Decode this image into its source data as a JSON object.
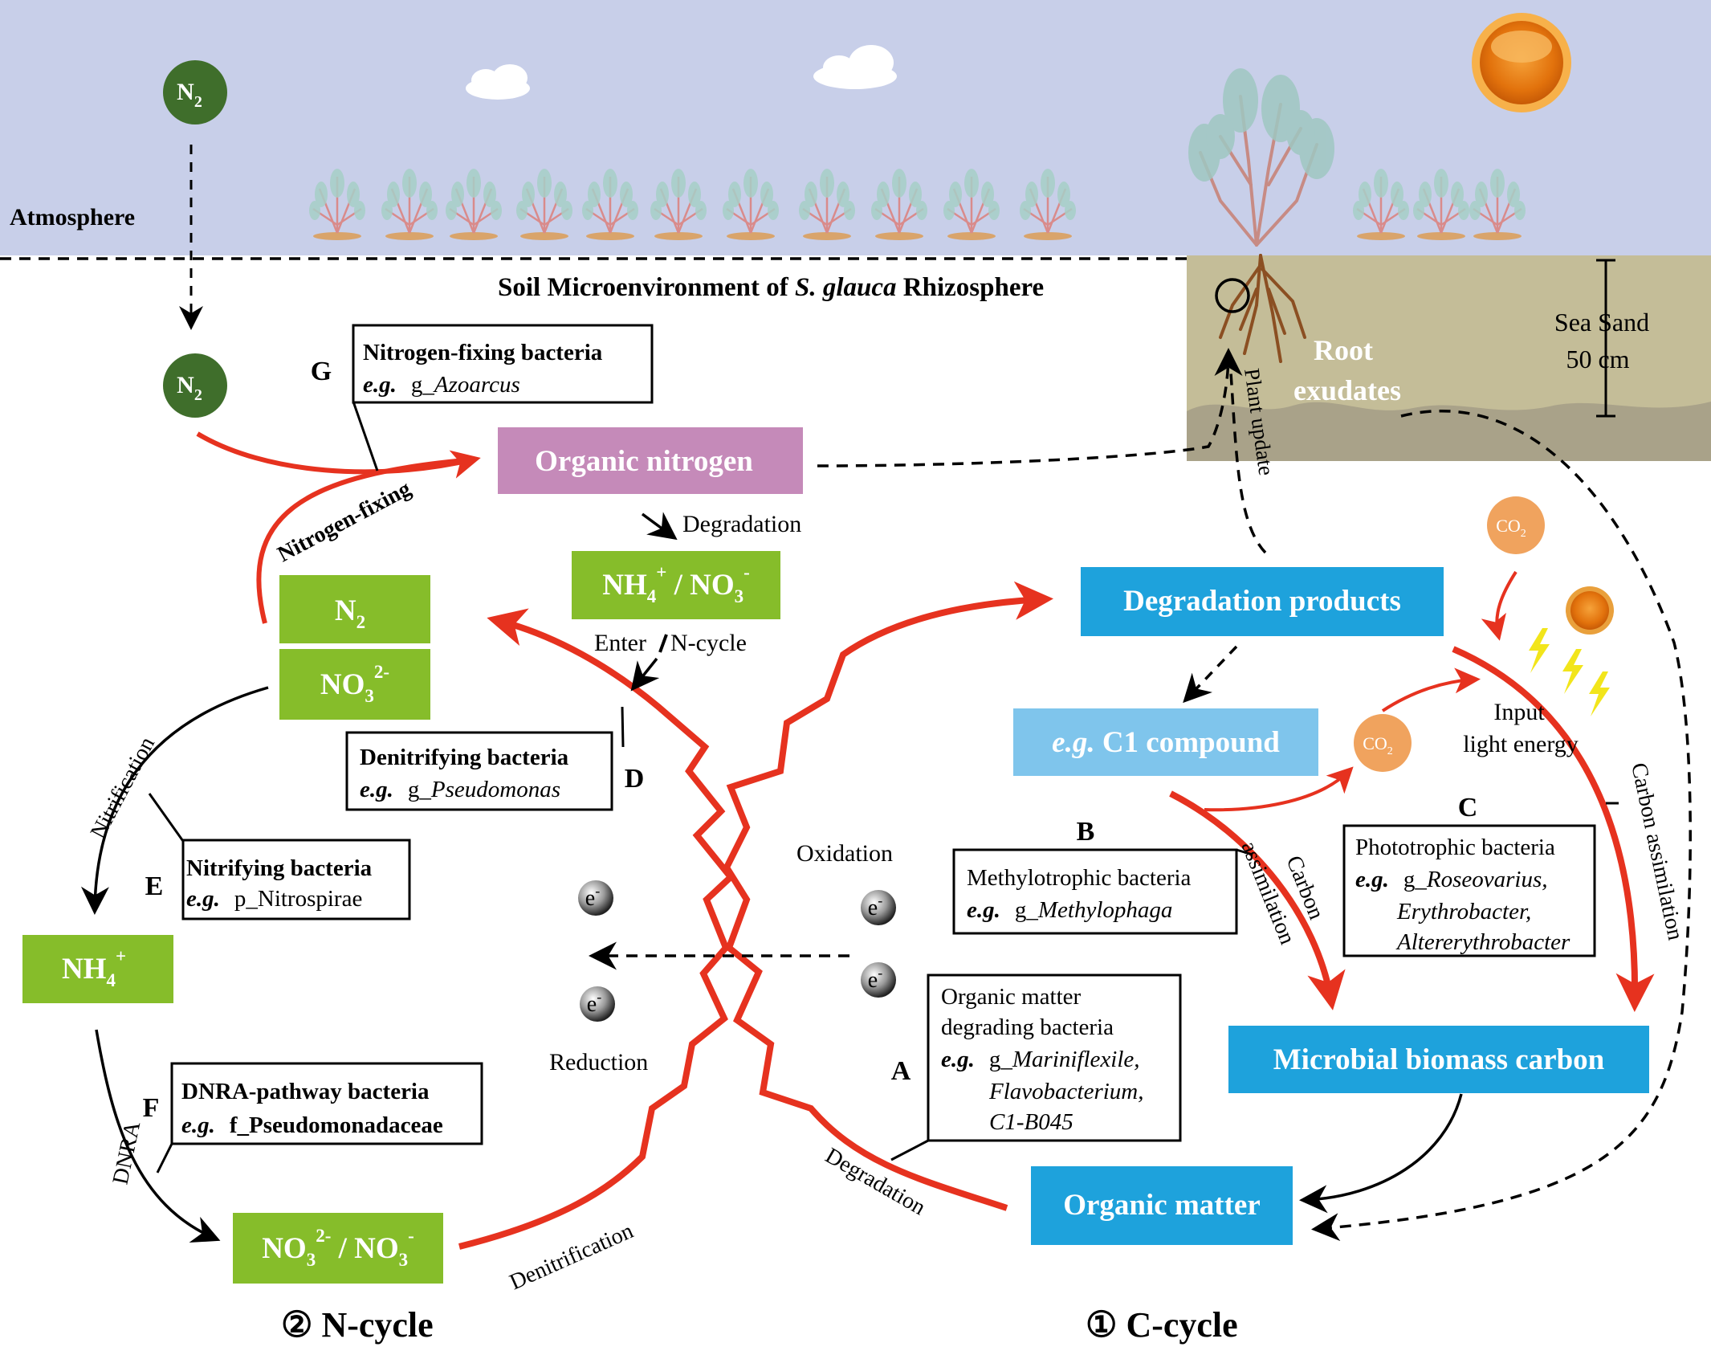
{
  "colors": {
    "sky": "#c8cfe9",
    "soil": "#c4bd98",
    "soil_dark": "#a9a289",
    "n_green_circle": "#3f6e2b",
    "green_box": "#86bd2a",
    "pink_box": "#c58ab9",
    "blue_box": "#1ea2dc",
    "light_blue_box": "#7fc5ec",
    "co2_orange": "#f0a35e",
    "red_arrow": "#e6321f",
    "sun": "#f29a1c"
  },
  "labels": {
    "atmosphere": "Atmosphere",
    "soil_title_a": "Soil Microenvironment of ",
    "soil_title_b": "S. glauca",
    "soil_title_c": " Rhizosphere",
    "sea_sand_1": "Sea Sand",
    "sea_sand_2": "50 cm",
    "root_1": "Root",
    "root_2": "exudates",
    "plant_update": "Plant update",
    "n2": "N",
    "n2_sub": "2",
    "co2": "CO",
    "co2_sub": "2",
    "e": "e",
    "e_sup": "-"
  },
  "nodes": {
    "organic_nitrogen": "Organic nitrogen",
    "nh4_no3": {
      "a": "NH",
      "a_sub": "4",
      "a_sup": "+",
      "b": " / NO",
      "b_sub": "3",
      "b_sup": "-"
    },
    "n2_box": {
      "a": "N",
      "a_sub": "2"
    },
    "no3_box": {
      "a": "NO",
      "a_sub": "3",
      "a_sup": "2-"
    },
    "nh4_box": {
      "a": "NH",
      "a_sub": "4",
      "a_sup": "+"
    },
    "no3_no3": {
      "a": "NO",
      "a_sub": "3",
      "a_sup": "2-",
      "b": " / NO",
      "b_sub": "3",
      "b_sup": "-"
    },
    "degradation_products": "Degradation products",
    "c1_compound_eg": "e.g.",
    "c1_compound": " C1 compound",
    "microbial_biomass": "Microbial biomass carbon",
    "organic_matter": "Organic matter"
  },
  "process_labels": {
    "degradation_top": "Degradation",
    "enter_ncycle_a": "Enter",
    "enter_ncycle_b": "N-cycle",
    "nitrogen_fixing": "Nitrogen-fixing",
    "nitrification": "Nitrification",
    "dnra": "DNRA",
    "denitrification": "Denitrification",
    "degradation_bottom": "Degradation",
    "oxidation": "Oxidation",
    "reduction": "Reduction",
    "carbon_assimilation_a": "Carbon",
    "carbon_assimilation_b": "assimilation",
    "carbon_assimilation_right": "Carbon assimilation",
    "input_light_1": "Input",
    "input_light_2": "light energy"
  },
  "bacteria": {
    "G": {
      "letter": "G",
      "title": "Nitrogen-fixing bacteria",
      "eg": "e.g.",
      "rank": "g_",
      "taxa": "Azoarcus"
    },
    "D": {
      "letter": "D",
      "title": "Denitrifying bacteria",
      "eg": "e.g.",
      "rank": "g_",
      "taxa": "Pseudomonas"
    },
    "E": {
      "letter": "E",
      "title": "Nitrifying bacteria",
      "eg": "e.g.",
      "rank": "p_Nitrospirae",
      "taxa": ""
    },
    "F": {
      "letter": "F",
      "title": "DNRA-pathway bacteria",
      "eg": "e.g.",
      "rank": "f_Pseudomonadaceae",
      "taxa": ""
    },
    "B": {
      "letter": "B",
      "title": "Methylotrophic bacteria",
      "eg": "e.g.",
      "rank": "g_",
      "taxa": "Methylophaga"
    },
    "C": {
      "letter": "C",
      "title": "Phototrophic bacteria",
      "eg": "e.g.",
      "rank": "g_",
      "taxa": "Roseovarius,",
      "taxa2": "Erythrobacter,",
      "taxa3": "Altererythrobacter"
    },
    "A": {
      "letter": "A",
      "title1": "Organic matter",
      "title2": "degrading bacteria",
      "eg": "e.g.",
      "rank": "g_",
      "taxa": "Mariniflexile,",
      "taxa2": "Flavobacterium,",
      "taxa3": "C1-B045"
    }
  },
  "cycles": {
    "n_cycle": "② N-cycle",
    "c_cycle": "① C-cycle"
  }
}
